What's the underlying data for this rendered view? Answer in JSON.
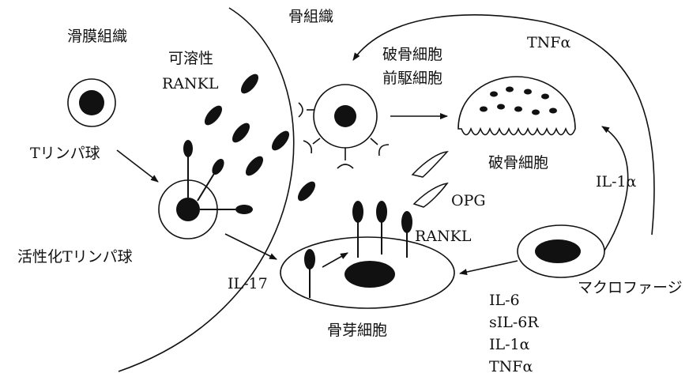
{
  "regions": {
    "synovium": "滑膜組織",
    "bone": "骨組織"
  },
  "cells": {
    "t_lymphocyte": "Tリンパ球",
    "activated_t_lymphocyte": "活性化Tリンパ球",
    "osteoclast_precursor_line1": "破骨細胞",
    "osteoclast_precursor_line2": "前駆細胞",
    "osteoclast": "破骨細胞",
    "osteoblast": "骨芽細胞",
    "macrophage": "マクロファージ"
  },
  "molecules": {
    "soluble_rankl_line1": "可溶性",
    "soluble_rankl_line2": "RANKL",
    "opg": "OPG",
    "rankl": "RANKL",
    "il17": "IL-17",
    "tnf_top": "TNFα",
    "il1a_right": "IL-1α",
    "macrophage_cytokines": [
      "IL-6",
      "sIL-6R",
      "IL-1α",
      "TNFα"
    ]
  }
}
